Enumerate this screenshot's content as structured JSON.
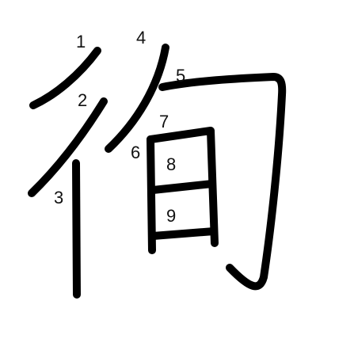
{
  "stroke_order": {
    "numbers": [
      "1",
      "2",
      "3",
      "4",
      "5",
      "6",
      "7",
      "8",
      "9"
    ]
  },
  "colors": {
    "stroke": "#000000",
    "number_text": "#111111",
    "background": "#ffffff"
  }
}
